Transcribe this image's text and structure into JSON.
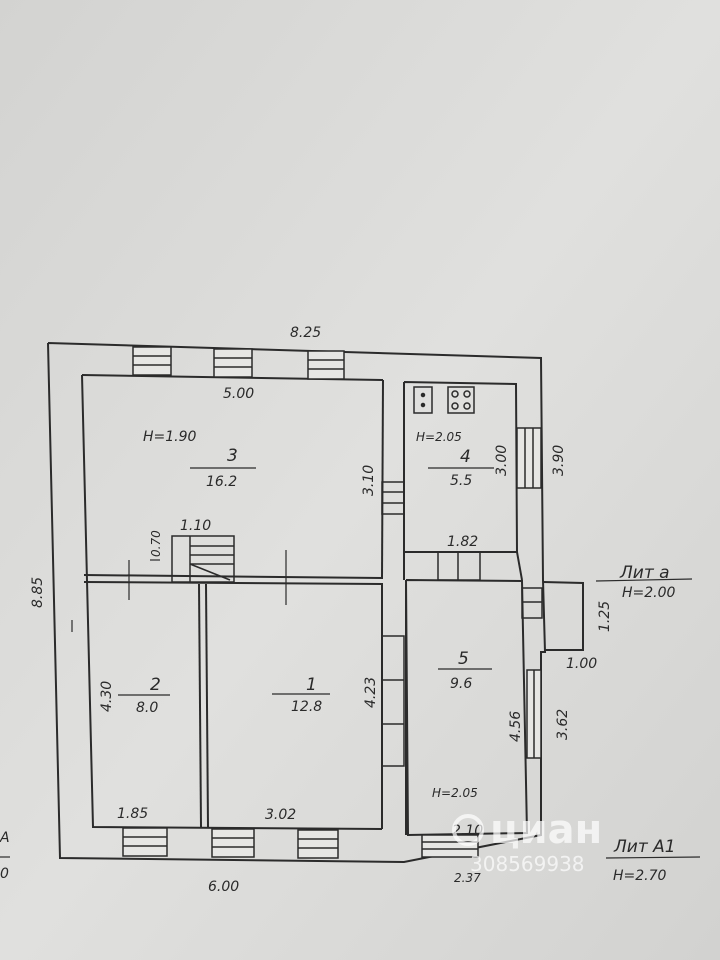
{
  "rooms": [
    {
      "number": "3",
      "area": "16.2",
      "height": "H=1.90"
    },
    {
      "number": "4",
      "area": "5.5",
      "height": "H=2.05"
    },
    {
      "number": "2",
      "area": "8.0"
    },
    {
      "number": "1",
      "area": "12.8"
    },
    {
      "number": "5",
      "area": "9.6",
      "height": "H=2.05"
    }
  ],
  "dimensions": {
    "top_outer": "8.25",
    "room3_top": "5.00",
    "room3_right": "3.10",
    "room3_small": "0.70",
    "stair_width": "1.10",
    "left_outer": "8.85",
    "room2_height": "4.30",
    "room2_width": "1.85",
    "room1_width": "3.02",
    "room1_right": "4.23",
    "bottom_outer": "6.00",
    "room4_right_inner": "3.00",
    "room4_right_outer": "3.90",
    "room4_bottom": "1.82",
    "room5_right_inner": "4.56",
    "room5_right_outer": "3.62",
    "room5_bottom": "2.10",
    "room5_bottom_outer": "2.37",
    "porch_height": "1.25",
    "porch_width": "1.00"
  },
  "labels": {
    "lit_a": "Лит а",
    "lit_a_height": "H=2.00",
    "lit_a1": "Лит А1",
    "lit_a1_height": "H=2.70",
    "left_edge_fragment_1": "А",
    "left_edge_fragment_2": "0"
  },
  "watermark": {
    "brand": "циан",
    "id": "308569938"
  }
}
